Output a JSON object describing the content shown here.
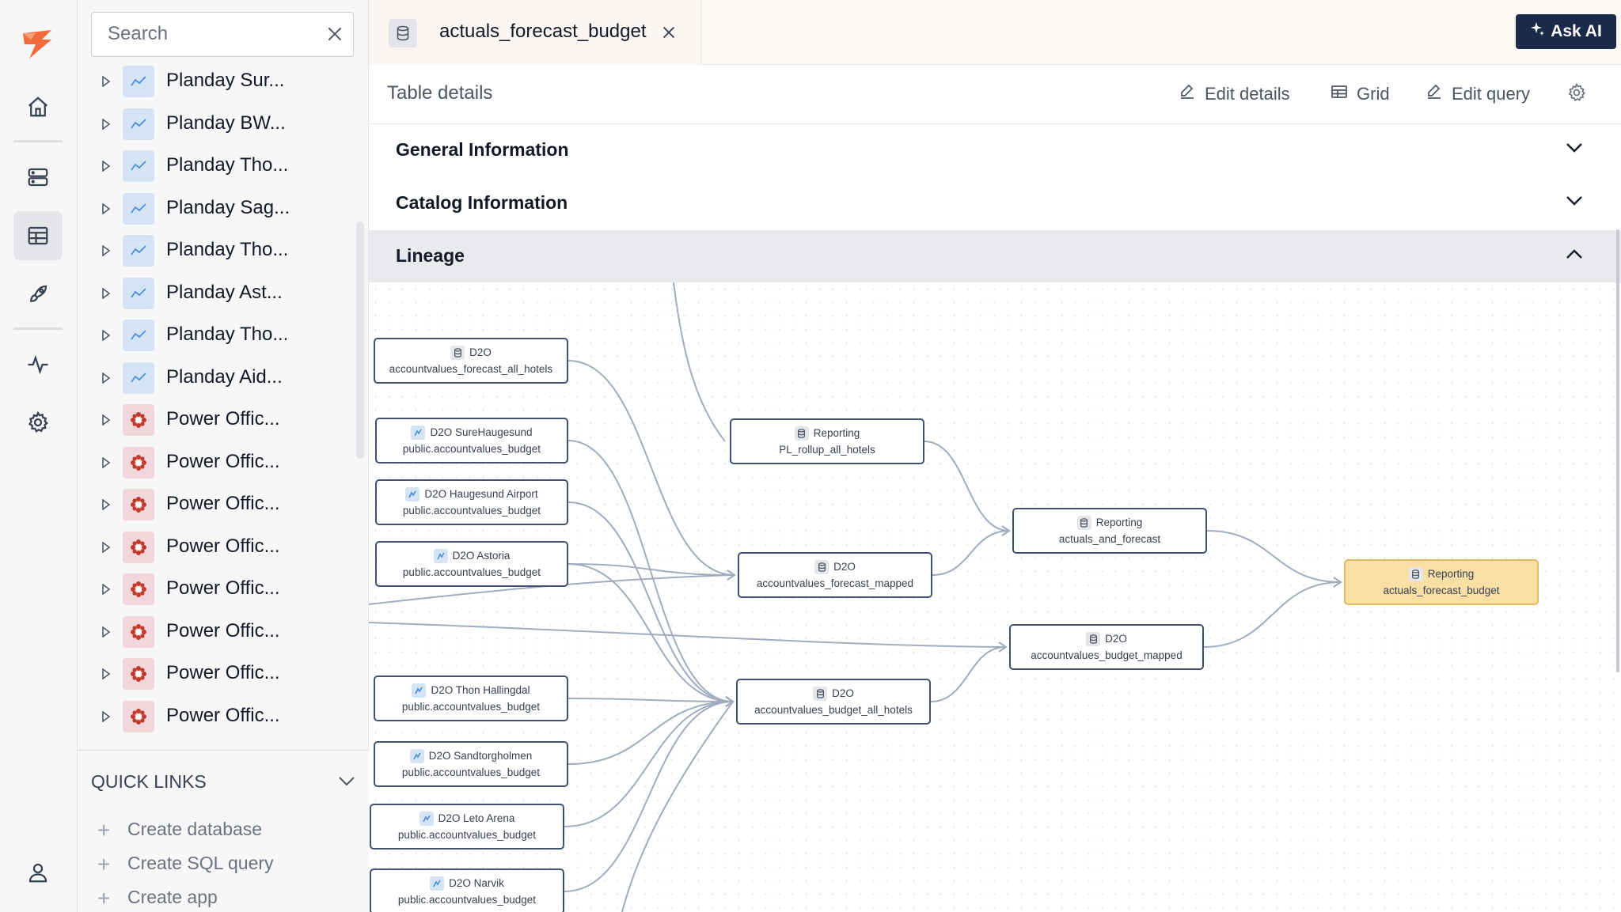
{
  "search": {
    "placeholder": "Search"
  },
  "tree": {
    "items": [
      {
        "label": "Planday Sur...",
        "kind": "planday"
      },
      {
        "label": "Planday BW...",
        "kind": "planday"
      },
      {
        "label": "Planday Tho...",
        "kind": "planday"
      },
      {
        "label": "Planday Sag...",
        "kind": "planday"
      },
      {
        "label": "Planday Tho...",
        "kind": "planday"
      },
      {
        "label": "Planday Ast...",
        "kind": "planday"
      },
      {
        "label": "Planday Tho...",
        "kind": "planday"
      },
      {
        "label": "Planday Aid...",
        "kind": "planday"
      },
      {
        "label": "Power Offic...",
        "kind": "poweroffice"
      },
      {
        "label": "Power Offic...",
        "kind": "poweroffice"
      },
      {
        "label": "Power Offic...",
        "kind": "poweroffice"
      },
      {
        "label": "Power Offic...",
        "kind": "poweroffice"
      },
      {
        "label": "Power Offic...",
        "kind": "poweroffice"
      },
      {
        "label": "Power Offic...",
        "kind": "poweroffice"
      },
      {
        "label": "Power Offic...",
        "kind": "poweroffice"
      },
      {
        "label": "Power Offic...",
        "kind": "poweroffice"
      }
    ]
  },
  "quick_links": {
    "title": "QUICK LINKS",
    "links": [
      "Create database",
      "Create SQL query",
      "Create app"
    ]
  },
  "tab": {
    "name": "actuals_forecast_budget"
  },
  "ask_ai": {
    "label": "Ask AI"
  },
  "toolbar": {
    "title": "Table details",
    "edit_details": "Edit details",
    "grid": "Grid",
    "edit_query": "Edit query"
  },
  "sections": {
    "general": "General Information",
    "catalog": "Catalog Information",
    "lineage": "Lineage"
  },
  "lineage": {
    "nodes": [
      {
        "id": "n1",
        "line1": "D2O",
        "line2": "accountvalues_forecast_all_hotels",
        "icon": "database"
      },
      {
        "id": "n2",
        "line1": "D2O SureHaugesund",
        "line2": "public.accountvalues_budget",
        "icon": "planday"
      },
      {
        "id": "n3",
        "line1": "D2O Haugesund Airport",
        "line2": "public.accountvalues_budget",
        "icon": "planday"
      },
      {
        "id": "n4",
        "line1": "D2O Astoria",
        "line2": "public.accountvalues_budget",
        "icon": "planday"
      },
      {
        "id": "n5",
        "line1": "D2O Thon Hallingdal",
        "line2": "public.accountvalues_budget",
        "icon": "planday"
      },
      {
        "id": "n6",
        "line1": "D2O Sandtorgholmen",
        "line2": "public.accountvalues_budget",
        "icon": "planday"
      },
      {
        "id": "n7",
        "line1": "D2O Leto Arena",
        "line2": "public.accountvalues_budget",
        "icon": "planday"
      },
      {
        "id": "n8",
        "line1": "D2O Narvik",
        "line2": "public.accountvalues_budget",
        "icon": "planday"
      },
      {
        "id": "n9",
        "line1": "Reporting",
        "line2": "PL_rollup_all_hotels",
        "icon": "database"
      },
      {
        "id": "n10",
        "line1": "D2O",
        "line2": "accountvalues_forecast_mapped",
        "icon": "database"
      },
      {
        "id": "n11",
        "line1": "D2O",
        "line2": "accountvalues_budget_all_hotels",
        "icon": "database"
      },
      {
        "id": "n12",
        "line1": "Reporting",
        "line2": "actuals_and_forecast",
        "icon": "database"
      },
      {
        "id": "n13",
        "line1": "D2O",
        "line2": "accountvalues_budget_mapped",
        "icon": "database"
      },
      {
        "id": "n14",
        "line1": "Reporting",
        "line2": "actuals_forecast_budget",
        "icon": "database",
        "highlighted": true
      }
    ]
  },
  "colors": {
    "accent": "#1b2a4a",
    "brand": "#f26b3a",
    "highlight": "#f9dfa3",
    "edge": "#9fadbf"
  }
}
